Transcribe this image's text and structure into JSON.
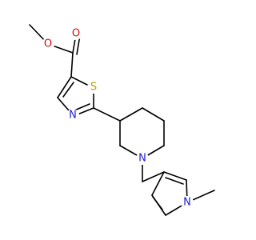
{
  "molecule": {
    "atoms": {
      "o_ester": "O",
      "o_carbonyl": "O",
      "s_thiazole": "S",
      "n_thiazole": "N",
      "n_piperidine": "N",
      "n_pyrrole": "N"
    },
    "colors": {
      "carbon": "#000000",
      "oxygen": "#d01010",
      "nitrogen": "#2020d0",
      "sulfur": "#b8a000"
    }
  }
}
